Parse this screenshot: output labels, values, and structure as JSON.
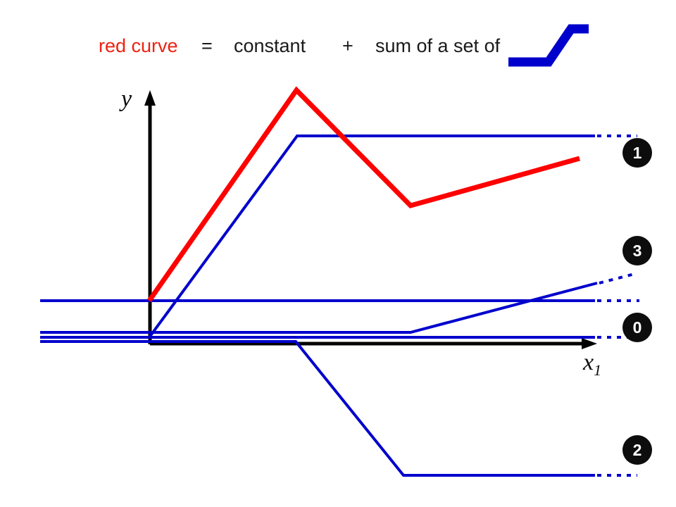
{
  "header": {
    "red_curve_text": "red curve",
    "equals": "=",
    "constant": "constant",
    "plus": "+",
    "sum_of_set": "sum of a set of",
    "icon": "step-ramp-icon",
    "red_color": "#EE2211",
    "text_color": "#1A1A1A",
    "blue_color": "#0000CC"
  },
  "axes": {
    "y_label": "y",
    "x_label": "x",
    "x_label_sub": "1",
    "axis_color": "#000000"
  },
  "badges": [
    {
      "id": "badge-1",
      "label": "1"
    },
    {
      "id": "badge-3",
      "label": "3"
    },
    {
      "id": "badge-0",
      "label": "0"
    },
    {
      "id": "badge-2",
      "label": "2"
    }
  ],
  "colors": {
    "red": "#FF0000",
    "blue": "#0000CC",
    "black": "#000000",
    "background": "#FFFFFF"
  },
  "chart_data": {
    "type": "line",
    "title": "red curve = constant + sum of a set of step ramps",
    "xlabel": "x1",
    "ylabel": "y",
    "grid": false,
    "legend": "right-badges",
    "xlim": [
      0,
      960
    ],
    "ylim": [
      720,
      0
    ],
    "note": "Pixel coordinates of an illustrative additive-model decomposition: a red piecewise-linear curve equals a constant plus several blue hinge (ReLU-like) basis functions labelled 0, 1, 2, 3.",
    "series": [
      {
        "name": "red curve",
        "color": "#FF0000",
        "width": 7,
        "dashed_tail": false,
        "points": [
          [
            212,
            427
          ],
          [
            421,
            128
          ],
          [
            583,
            292
          ],
          [
            823,
            225
          ]
        ]
      },
      {
        "name": "basis 1",
        "badge": "1",
        "color": "#0000CC",
        "width": 4,
        "solid_points": [
          [
            212,
            479
          ],
          [
            422,
            193
          ],
          [
            845,
            193
          ]
        ],
        "dash_points": [
          [
            845,
            193
          ],
          [
            905,
            193
          ]
        ]
      },
      {
        "name": "constant",
        "badge": null,
        "color": "#0000CC",
        "width": 4,
        "solid_points": [
          [
            57,
            427
          ],
          [
            845,
            427
          ]
        ],
        "dash_points": [
          [
            845,
            427
          ],
          [
            908,
            427
          ]
        ]
      },
      {
        "name": "basis 3",
        "badge": "3",
        "color": "#0000CC",
        "width": 4,
        "solid_points": [
          [
            57,
            472
          ],
          [
            583,
            472
          ],
          [
            848,
            402
          ]
        ],
        "dash_points": [
          [
            848,
            402
          ],
          [
            905,
            388
          ]
        ]
      },
      {
        "name": "basis 0",
        "badge": "0",
        "color": "#0000CC",
        "width": 4,
        "solid_points": [
          [
            57,
            479
          ],
          [
            845,
            479
          ]
        ],
        "dash_points": [
          [
            845,
            479
          ],
          [
            908,
            479
          ]
        ]
      },
      {
        "name": "basis 2",
        "badge": "2",
        "color": "#0000CC",
        "width": 4,
        "solid_points": [
          [
            57,
            485
          ],
          [
            420,
            485
          ],
          [
            573,
            675
          ],
          [
            845,
            675
          ]
        ],
        "dash_points": [
          [
            845,
            675
          ],
          [
            905,
            675
          ]
        ]
      }
    ],
    "axis_lines": {
      "y_axis": [
        [
          213,
          133
        ],
        [
          213,
          489
        ]
      ],
      "x_axis": [
        [
          213,
          488
        ],
        [
          845,
          488
        ]
      ]
    }
  }
}
